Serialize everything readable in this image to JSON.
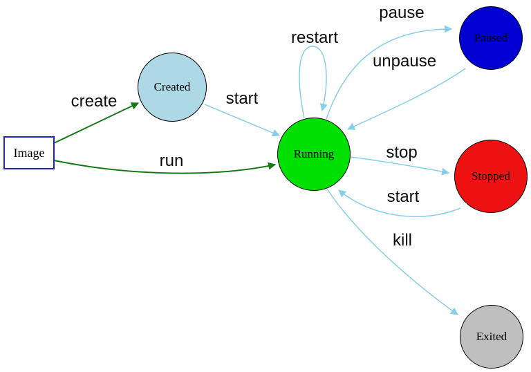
{
  "diagram": {
    "colors": {
      "background": "#ffffff",
      "edge_blue": "#87ceeb",
      "edge_green": "#157a15",
      "node_border": "#000000",
      "image_border": "#2222cc",
      "label_text": "#0c0c0c"
    },
    "nodes": {
      "image": {
        "label": "Image",
        "shape": "rectangle",
        "fill": "#ffffff"
      },
      "created": {
        "label": "Created",
        "shape": "circle",
        "fill": "#add8e6"
      },
      "running": {
        "label": "Running",
        "shape": "circle",
        "fill": "#00e000"
      },
      "paused": {
        "label": "Paused",
        "shape": "circle",
        "fill": "#0000d2"
      },
      "stopped": {
        "label": "Stopped",
        "shape": "circle",
        "fill": "#ee1111"
      },
      "exited": {
        "label": "Exited",
        "shape": "circle",
        "fill": "#bfbfbf"
      }
    },
    "edges": [
      {
        "label": "create",
        "from": "image",
        "to": "created",
        "color": "#157a15"
      },
      {
        "label": "run",
        "from": "image",
        "to": "running",
        "color": "#157a15"
      },
      {
        "label": "start",
        "from": "created",
        "to": "running",
        "color": "#87ceeb"
      },
      {
        "label": "restart",
        "from": "running",
        "to": "running",
        "color": "#87ceeb"
      },
      {
        "label": "pause",
        "from": "running",
        "to": "paused",
        "color": "#87ceeb"
      },
      {
        "label": "unpause",
        "from": "paused",
        "to": "running",
        "color": "#87ceeb"
      },
      {
        "label": "stop",
        "from": "running",
        "to": "stopped",
        "color": "#87ceeb"
      },
      {
        "label": "start",
        "from": "stopped",
        "to": "running",
        "color": "#87ceeb"
      },
      {
        "label": "kill",
        "from": "running",
        "to": "exited",
        "color": "#87ceeb"
      }
    ]
  }
}
